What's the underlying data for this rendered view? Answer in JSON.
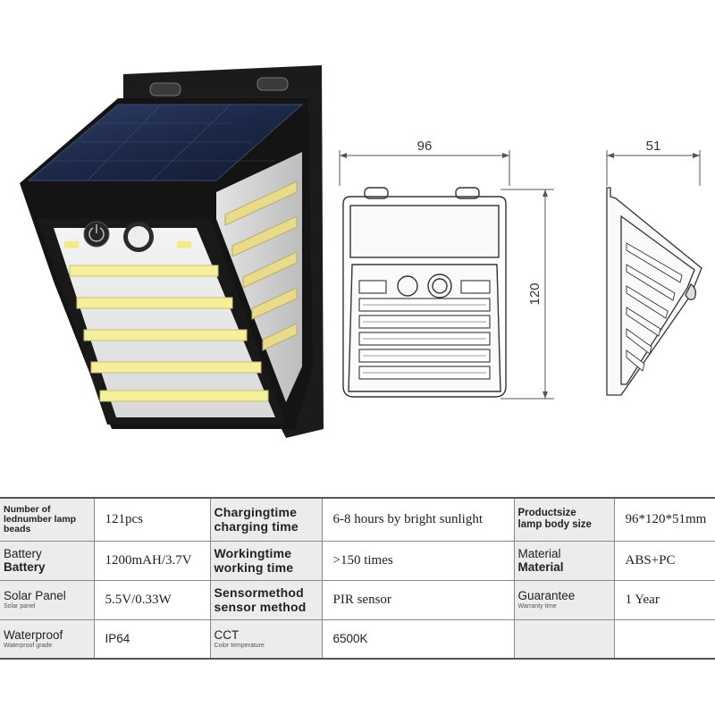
{
  "dimensions": {
    "front_width": "96",
    "front_height": "120",
    "side_depth": "51"
  },
  "specs": {
    "rows": [
      {
        "c1_label": "Number of lednumber lamp beads",
        "c1_sub": "",
        "c1_value": "121pcs",
        "c2_label": "Chargingtime",
        "c2_sub": "charging time",
        "c2_value": "6-8 hours by bright sunlight",
        "c3_label": "Productsize",
        "c3_sub": "lamp body size",
        "c3_value": "96*120*51mm"
      },
      {
        "c1_label": "Battery",
        "c1_sub": "Battery",
        "c1_value": "1200mAH/3.7V",
        "c2_label": "Workingtime",
        "c2_sub": "working time",
        "c2_value": ">150 times",
        "c3_label": "Material",
        "c3_sub": "Material",
        "c3_value": "ABS+PC"
      },
      {
        "c1_label": "Solar Panel",
        "c1_sub": "Solar panel",
        "c1_value": "5.5V/0.33W",
        "c2_label": "Sensormethod",
        "c2_sub": "sensor method",
        "c2_value": "PIR sensor",
        "c3_label": "Guarantee",
        "c3_sub": "Warranty time",
        "c3_value": "1 Year"
      },
      {
        "c1_label": "Waterproof",
        "c1_sub": "Waterproof grade",
        "c1_value": "IP64",
        "c2_label": "CCT",
        "c2_sub": "Color temperature",
        "c2_value": "6500K",
        "c3_label": "",
        "c3_sub": "",
        "c3_value": ""
      }
    ]
  }
}
